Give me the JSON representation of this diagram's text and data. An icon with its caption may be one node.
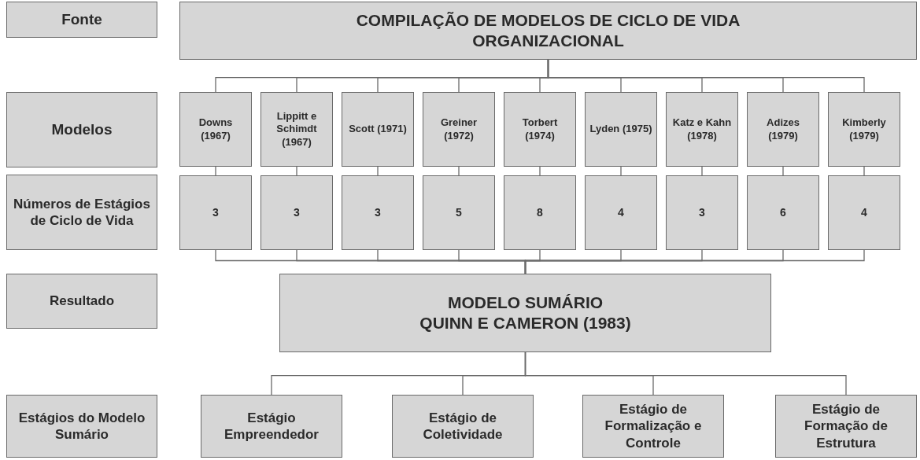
{
  "diagram": {
    "nodes": [
      {
        "text": [
          "Fonte"
        ]
      },
      {
        "text": [
          "COMPILAÇÃO DE MODELOS DE CICLO DE VIDA ORGANIZACIONAL"
        ]
      },
      {
        "text": [
          "Modelos"
        ]
      },
      {
        "text": [
          "Downs (1967)"
        ]
      },
      {
        "text": [
          "Lippitt e Schimdt (1967)"
        ]
      },
      {
        "text": [
          "Scott (1971)"
        ]
      },
      {
        "text": [
          "Greiner (1972)"
        ]
      },
      {
        "text": [
          "Torbert (1974)"
        ]
      },
      {
        "text": [
          "Lyden (1975)"
        ]
      },
      {
        "text": [
          "Katz e Kahn (1978)"
        ]
      },
      {
        "text": [
          "Adizes (1979)"
        ]
      },
      {
        "text": [
          "Kimberly (1979)"
        ]
      },
      {
        "text": [
          "Números de Estágios de Ciclo de Vida"
        ]
      },
      {
        "text": [
          "3"
        ]
      },
      {
        "text": [
          "3"
        ]
      },
      {
        "text": [
          "3"
        ]
      },
      {
        "text": [
          "5"
        ]
      },
      {
        "text": [
          "8"
        ]
      },
      {
        "text": [
          "4"
        ]
      },
      {
        "text": [
          "3"
        ]
      },
      {
        "text": [
          "6"
        ]
      },
      {
        "text": [
          "4"
        ]
      },
      {
        "text": [
          "Resultado"
        ]
      },
      {
        "text": [
          "MODELO SUMÁRIO",
          "QUINN E CAMERON (1983)"
        ]
      },
      {
        "text": [
          "Estágios do Modelo Sumário"
        ]
      },
      {
        "text": [
          "Estágio Empreendedor"
        ]
      },
      {
        "text": [
          "Estágio de Coletividade"
        ]
      },
      {
        "text": [
          "Estágio de Formalização e Controle"
        ]
      },
      {
        "text": [
          "Estágio de Formação de Estrutura"
        ]
      }
    ],
    "edges": [
      {
        "from": 1,
        "to": 3,
        "arrow": "none"
      },
      {
        "from": 1,
        "to": 4,
        "arrow": "none"
      },
      {
        "from": 1,
        "to": 5,
        "arrow": "none"
      },
      {
        "from": 1,
        "to": 6,
        "arrow": "none"
      },
      {
        "from": 1,
        "to": 7,
        "arrow": "none"
      },
      {
        "from": 1,
        "to": 8,
        "arrow": "none"
      },
      {
        "from": 1,
        "to": 9,
        "arrow": "none"
      },
      {
        "from": 1,
        "to": 10,
        "arrow": "none"
      },
      {
        "from": 1,
        "to": 11,
        "arrow": "none"
      },
      {
        "from": 3,
        "to": 13,
        "arrow": "none"
      },
      {
        "from": 4,
        "to": 14,
        "arrow": "none"
      },
      {
        "from": 5,
        "to": 15,
        "arrow": "none"
      },
      {
        "from": 6,
        "to": 16,
        "arrow": "none"
      },
      {
        "from": 7,
        "to": 17,
        "arrow": "none"
      },
      {
        "from": 8,
        "to": 18,
        "arrow": "none"
      },
      {
        "from": 9,
        "to": 19,
        "arrow": "none"
      },
      {
        "from": 10,
        "to": 20,
        "arrow": "none"
      },
      {
        "from": 11,
        "to": 21,
        "arrow": "none"
      },
      {
        "from": 13,
        "to": 23,
        "arrow": "none"
      },
      {
        "from": 14,
        "to": 23,
        "arrow": "none"
      },
      {
        "from": 15,
        "to": 23,
        "arrow": "none"
      },
      {
        "from": 16,
        "to": 23,
        "arrow": "none"
      },
      {
        "from": 17,
        "to": 23,
        "arrow": "none"
      },
      {
        "from": 18,
        "to": 23,
        "arrow": "none"
      },
      {
        "from": 19,
        "to": 23,
        "arrow": "none"
      },
      {
        "from": 20,
        "to": 23,
        "arrow": "none"
      },
      {
        "from": 21,
        "to": 23,
        "arrow": "none"
      },
      {
        "from": 23,
        "to": 25,
        "arrow": "none"
      },
      {
        "from": 23,
        "to": 26,
        "arrow": "none"
      },
      {
        "from": 23,
        "to": 27,
        "arrow": "none"
      },
      {
        "from": 23,
        "to": 28,
        "arrow": "none"
      }
    ]
  }
}
